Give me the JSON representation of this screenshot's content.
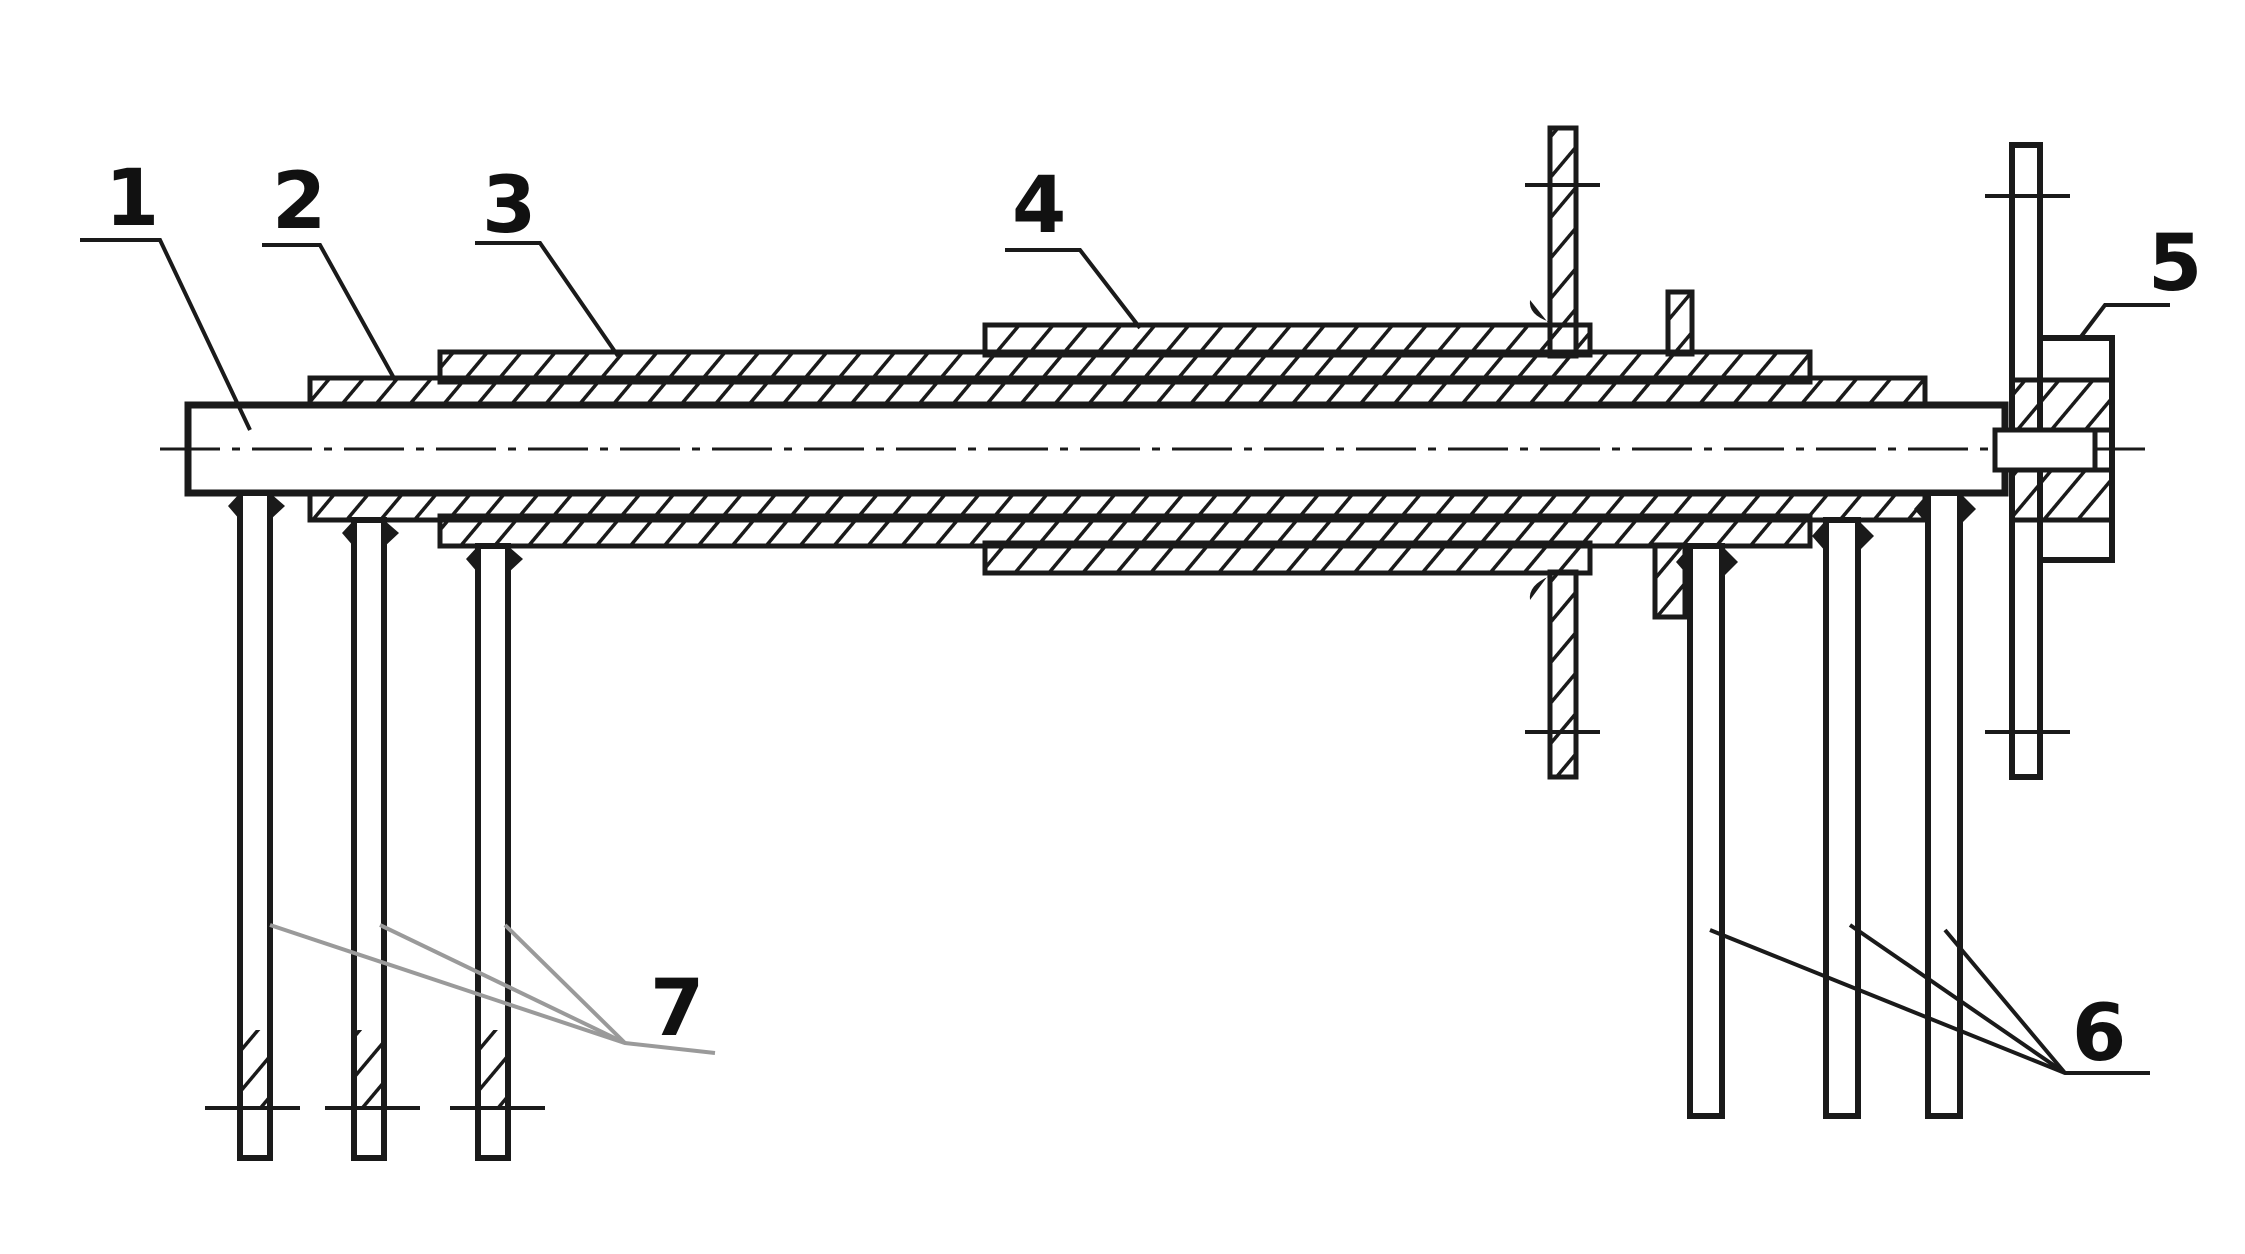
{
  "labels": {
    "l1": "1",
    "l2": "2",
    "l3": "3",
    "l4": "4",
    "l5": "5",
    "l6": "6",
    "l7": "7"
  },
  "colors": {
    "ink": "#1a1a1a",
    "paper": "#ffffff",
    "faint": "#9a9a9a"
  }
}
